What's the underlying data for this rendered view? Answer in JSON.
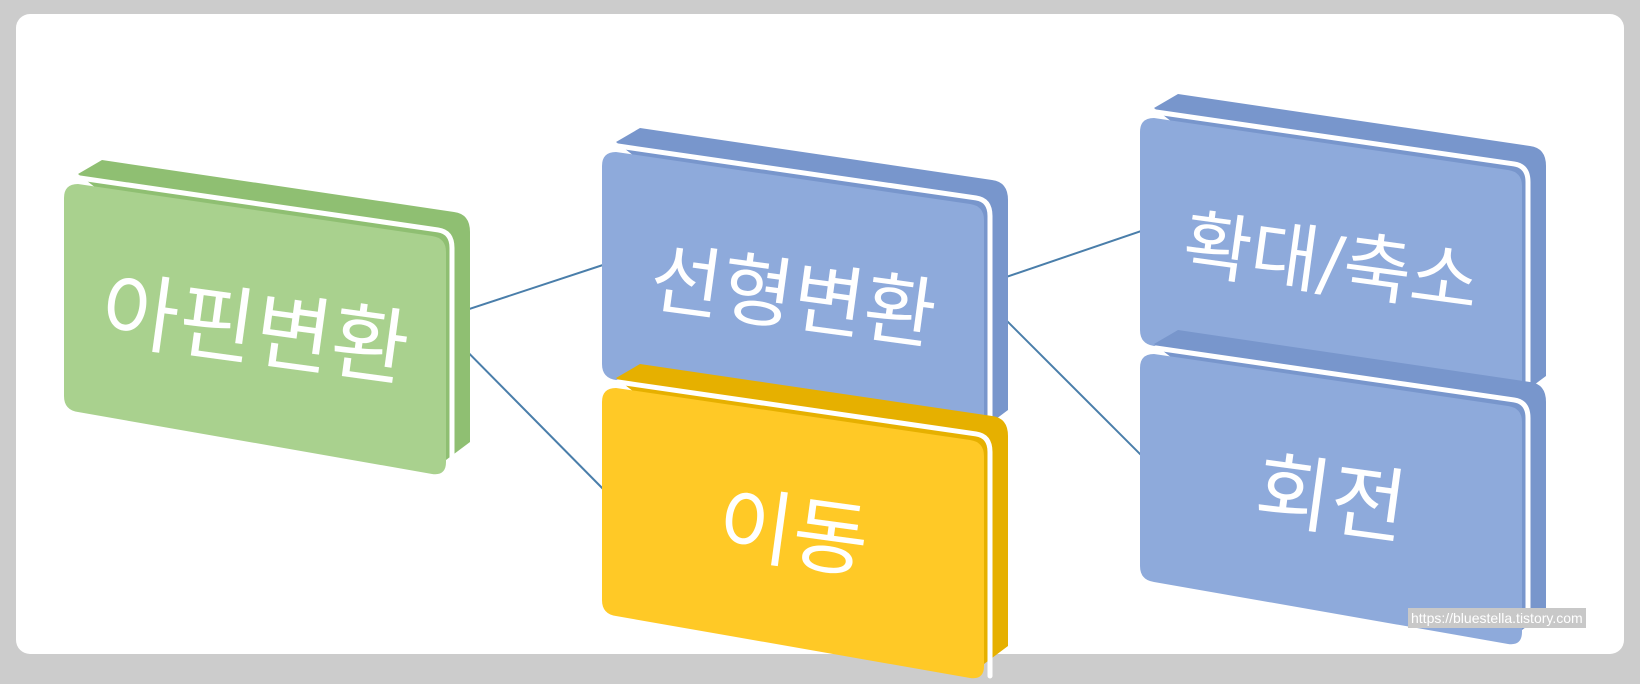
{
  "diagram": {
    "nodes": [
      {
        "id": "affine",
        "label": "아핀변환",
        "color": "#a9d18e",
        "shade": "#8fbf72"
      },
      {
        "id": "linear",
        "label": "선형변환",
        "color": "#8eaadb",
        "shade": "#7896cc"
      },
      {
        "id": "translation",
        "label": "이동",
        "color": "#ffc926",
        "shade": "#e6b000"
      },
      {
        "id": "scaling",
        "label": "확대/축소",
        "color": "#8eaadb",
        "shade": "#7896cc"
      },
      {
        "id": "rotation",
        "label": "회전",
        "color": "#8eaadb",
        "shade": "#7896cc"
      }
    ],
    "edges": [
      {
        "from": "affine",
        "to": "linear"
      },
      {
        "from": "affine",
        "to": "translation"
      },
      {
        "from": "linear",
        "to": "scaling"
      },
      {
        "from": "linear",
        "to": "rotation"
      }
    ],
    "edge_color": "#4a7eaa"
  },
  "watermark": "https://bluestella.tistory.com"
}
